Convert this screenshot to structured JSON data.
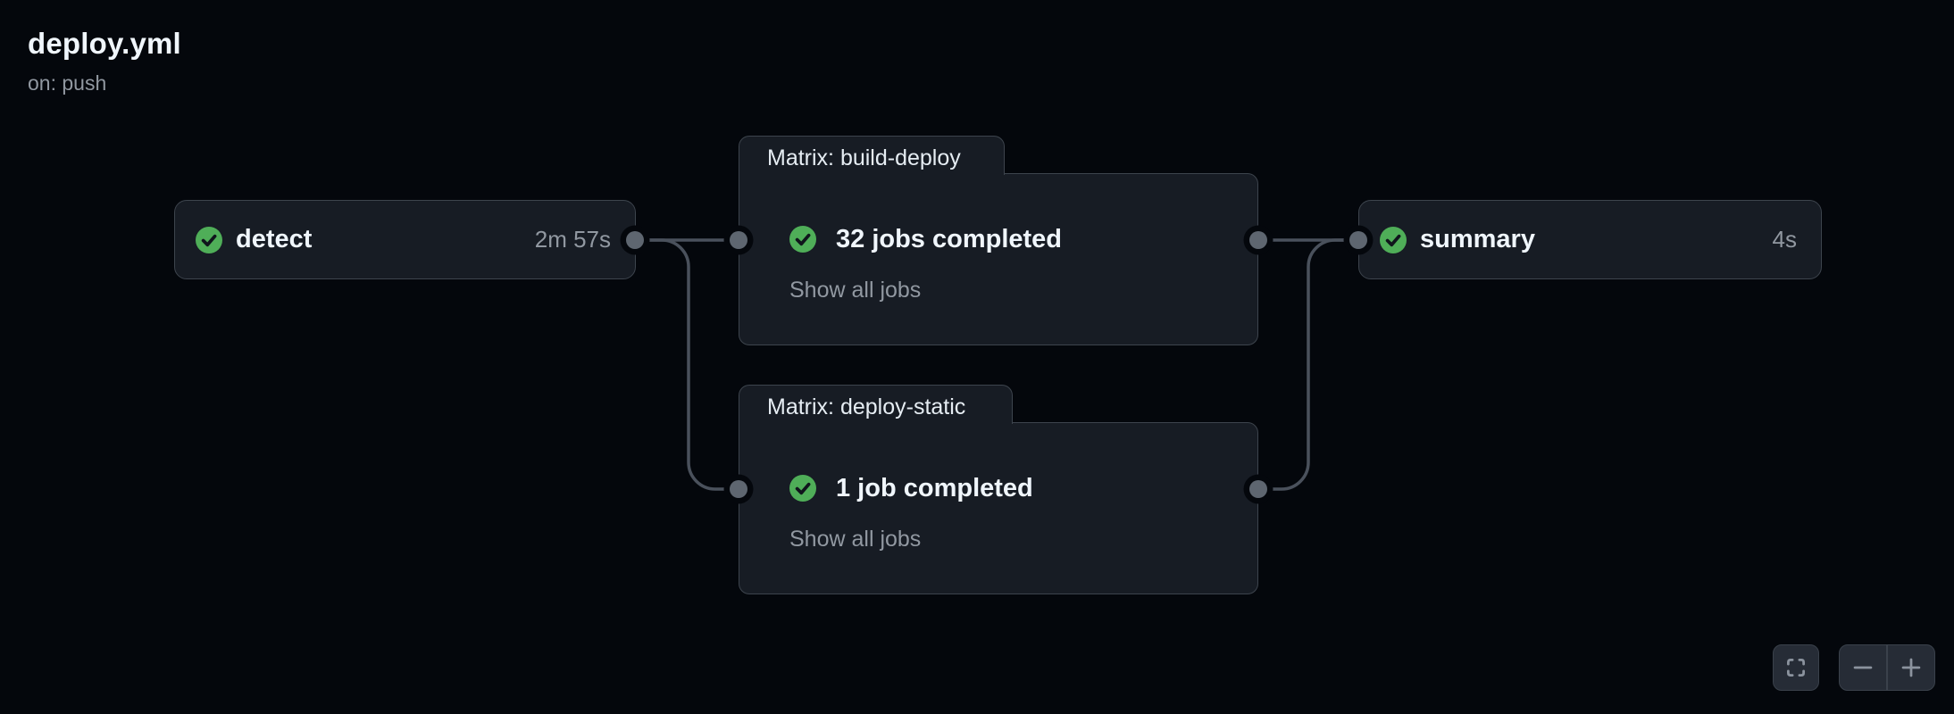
{
  "workflow": {
    "title": "deploy.yml",
    "trigger": "on: push"
  },
  "graph": {
    "detect": {
      "label": "detect",
      "duration": "2m 57s",
      "status": "success"
    },
    "build_deploy": {
      "tab_label": "Matrix: build-deploy",
      "status_text": "32 jobs completed",
      "show_all_label": "Show all jobs",
      "status": "success"
    },
    "deploy_static": {
      "tab_label": "Matrix: deploy-static",
      "status_text": "1 job completed",
      "show_all_label": "Show all jobs",
      "status": "success"
    },
    "summary": {
      "label": "summary",
      "duration": "4s",
      "status": "success"
    }
  },
  "icons": {
    "node_status": "check-circle-icon",
    "fullscreen": "fit-to-window-icon",
    "zoom_out": "minus-icon",
    "zoom_in": "plus-icon"
  },
  "colors": {
    "background": "#04070c",
    "card_background": "#171c24",
    "card_border": "#3d444d",
    "edge_line": "#4a515c",
    "connector_dot": "#5e6670",
    "success_green": "#4fae58",
    "text_primary": "#f0f6fc",
    "text_muted": "#9198a1"
  }
}
